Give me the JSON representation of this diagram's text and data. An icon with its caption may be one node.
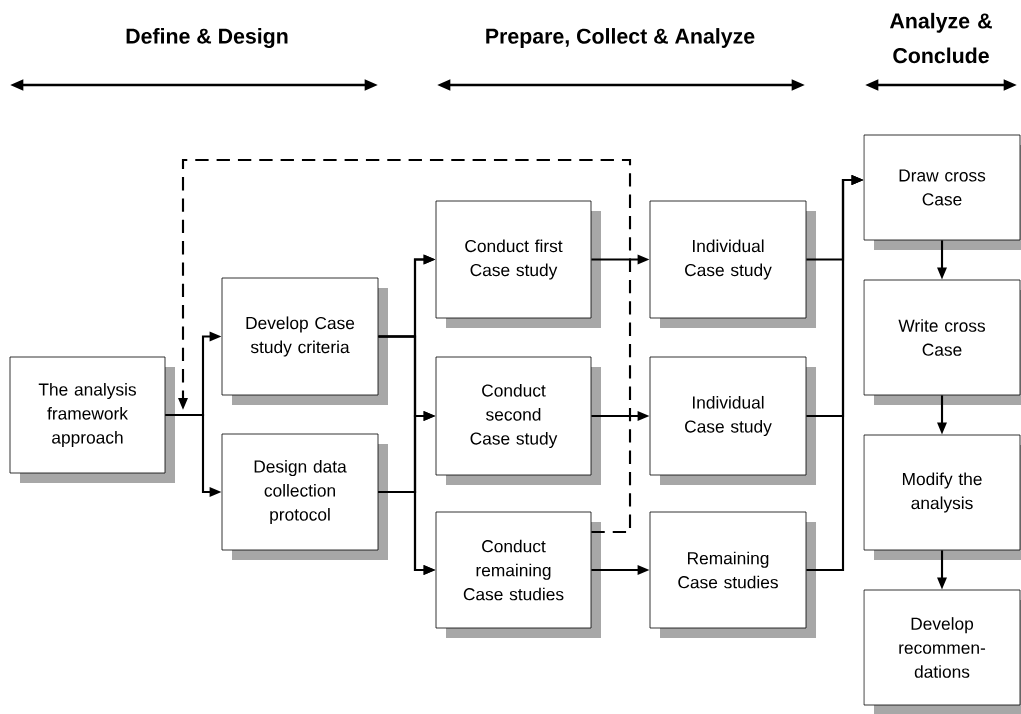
{
  "diagram": {
    "nodes": [
      {
        "text": [
          "The analysis framework approach"
        ]
      },
      {
        "text": [
          "Develop Case study criteria"
        ]
      },
      {
        "text": [
          "Design data collection protocol"
        ]
      },
      {
        "text": [
          "Conduct first Case study"
        ]
      },
      {
        "text": [
          "Conduct second Case study"
        ]
      },
      {
        "text": [
          "Conduct remaining Case studies"
        ]
      },
      {
        "text": [
          "Individual Case study"
        ]
      },
      {
        "text": [
          "Individual Case study"
        ]
      },
      {
        "text": [
          "Remaining Case studies"
        ]
      },
      {
        "text": [
          "Draw cross Case"
        ]
      },
      {
        "text": [
          "Write cross Case"
        ]
      },
      {
        "text": [
          "Modify the analysis"
        ]
      },
      {
        "text": [
          "Develop recommen-dations"
        ]
      }
    ],
    "edges": [
      {
        "from": 0,
        "to": 1,
        "arrow": "to"
      },
      {
        "from": 0,
        "to": 2,
        "arrow": "to"
      },
      {
        "from": 1,
        "to": 3,
        "arrow": "to"
      },
      {
        "from": 1,
        "to": 4,
        "arrow": "to"
      },
      {
        "from": 1,
        "to": 5,
        "arrow": "to"
      },
      {
        "from": 2,
        "to": 3,
        "arrow": "to"
      },
      {
        "from": 2,
        "to": 4,
        "arrow": "to"
      },
      {
        "from": 2,
        "to": 5,
        "arrow": "to"
      },
      {
        "from": 3,
        "to": 6,
        "arrow": "to"
      },
      {
        "from": 4,
        "to": 7,
        "arrow": "to"
      },
      {
        "from": 5,
        "to": 8,
        "arrow": "to"
      },
      {
        "from": 6,
        "to": 9,
        "arrow": "to"
      },
      {
        "from": 7,
        "to": 9,
        "arrow": "to"
      },
      {
        "from": 8,
        "to": 9,
        "arrow": "to"
      },
      {
        "from": 9,
        "to": 10,
        "arrow": "to"
      },
      {
        "from": 10,
        "to": 11,
        "arrow": "to"
      },
      {
        "from": 11,
        "to": 12,
        "arrow": "to"
      },
      {
        "from": 5,
        "to": 0,
        "arrow": "to",
        "style": "dashed"
      }
    ],
    "labels": [
      "Define & Design",
      "Prepare, Collect & Analyze",
      "Analyze & Conclude"
    ]
  }
}
